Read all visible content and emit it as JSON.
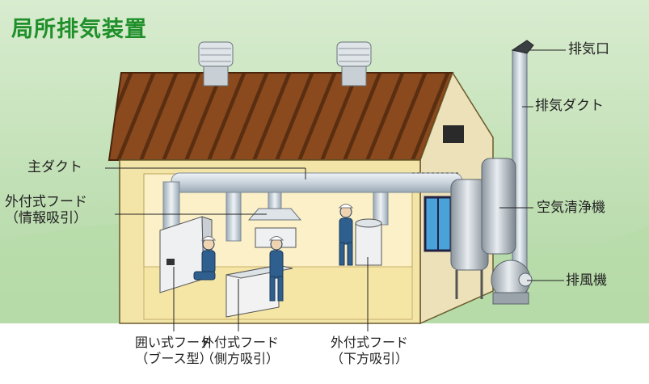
{
  "title": "局所排気装置",
  "labels": {
    "exhaust_outlet": "排気口",
    "exhaust_duct": "排気ダクト",
    "main_duct": "主ダクト",
    "external_hood_upper": {
      "line1": "外付式フード",
      "line2": "（情報吸引）"
    },
    "air_cleaner": "空気清浄機",
    "exhaust_fan": "排風機",
    "enclosed_hood": {
      "line1": "囲い式フード",
      "line2": "（ブース型）"
    },
    "external_hood_side": {
      "line1": "外付式フード",
      "line2": "（側方吸引）"
    },
    "external_hood_down": {
      "line1": "外付式フード",
      "line2": "（下方吸引）"
    }
  },
  "colors": {
    "title": "#1f8f2a",
    "background_green": "#bfe0b0",
    "roof": "#8a4a1e",
    "wall": "#f3e4a8",
    "duct": "#cfd8e0",
    "worker": "#2f5f8f"
  }
}
